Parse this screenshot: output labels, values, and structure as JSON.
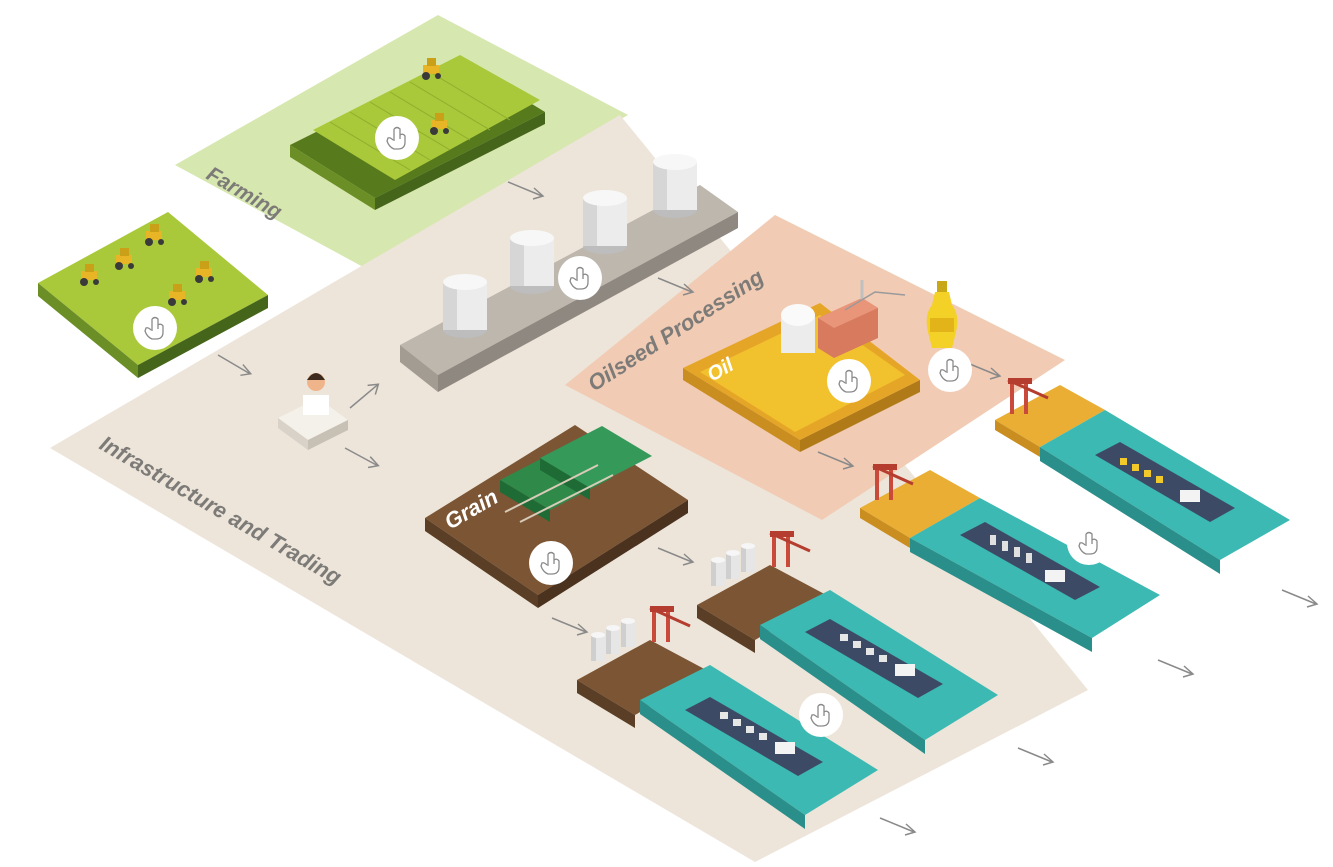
{
  "labels": {
    "farming": "Farming",
    "infrastructure": "Infrastructure and Trading",
    "oilseed": "Oilseed Processing",
    "grain": "Grain",
    "oil": "Oil"
  },
  "hotspot_icon": "hand-pointer-icon",
  "colors": {
    "farming_zone": "#d7e7b0",
    "infra_zone": "#ede5da",
    "oilseed_zone": "#f1cbb4",
    "field_green": "#a9c83a",
    "grain_brown": "#7b5534",
    "oil_yellow": "#f2c12e",
    "water_teal": "#3cb9b2",
    "label_grey": "#7d7b78"
  }
}
